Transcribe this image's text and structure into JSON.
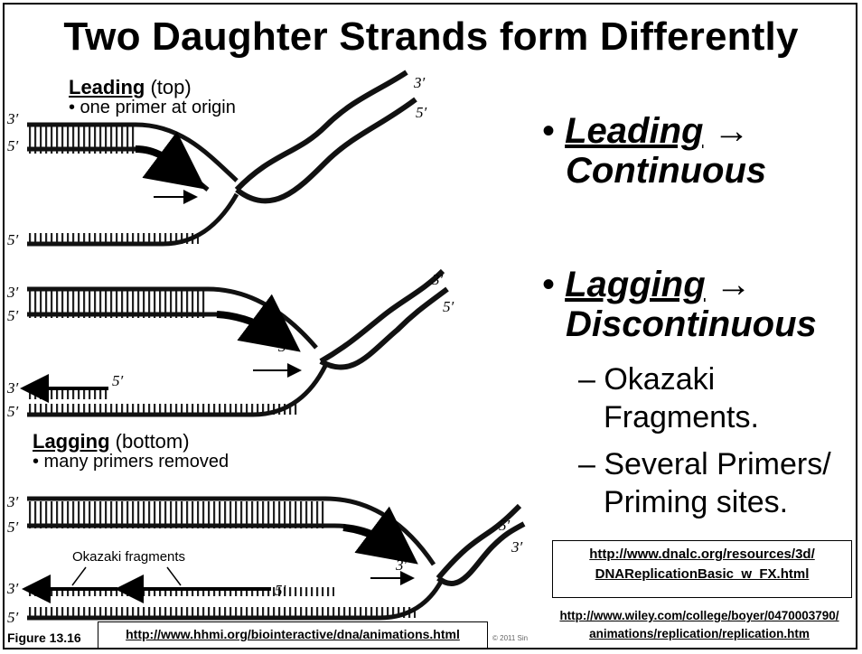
{
  "title": "Two Daughter Strands form Differently",
  "leading_label": {
    "term": "Leading",
    "suffix": " (top)",
    "note": "• one primer at origin"
  },
  "lagging_label": {
    "term": "Lagging",
    "suffix": " (bottom)",
    "note": "• many primers removed"
  },
  "ends": {
    "three": "3′",
    "five": "5′"
  },
  "okazaki_label": "Okazaki fragments",
  "figure_label": "Figure 13.16",
  "copyright": "© 2011 Sin",
  "bullets": {
    "b1_term": "Leading",
    "b1_arrow": " →",
    "b1_line2": "Continuous",
    "b2_term": "Lagging",
    "b2_arrow": " →",
    "b2_line2": "Discontinuous",
    "sub1_line1": "– Okazaki",
    "sub1_line2": "Fragments.",
    "sub2_line1": "– Several Primers/",
    "sub2_line2": "Priming sites."
  },
  "links": {
    "dnalc_line1": "http://www.dnalc.org/resources/3d/",
    "dnalc_line2": "DNAReplicationBasic_w_FX.html",
    "wiley_line1": "http://www.wiley.com/college/boyer/0470003790/",
    "wiley_line2": "animations/replication/replication.htm",
    "hhmi": "http://www.hhmi.org/biointeractive/dna/animations.html"
  },
  "colors": {
    "ink": "#000000",
    "background": "#ffffff"
  }
}
